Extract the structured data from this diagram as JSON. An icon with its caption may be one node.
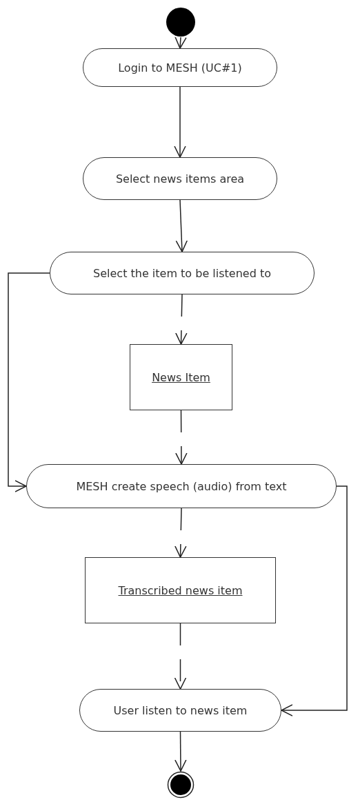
{
  "diagram": {
    "nodes": [
      {
        "text": [],
        "shape": "circle"
      },
      {
        "text": [
          "Login to MESH (UC#1)"
        ]
      },
      {
        "text": [
          "Select news items area"
        ]
      },
      {
        "text": [
          "Select the item to be listened to"
        ]
      },
      {
        "text": [
          "News Item"
        ]
      },
      {
        "text": [
          "MESH create speech (audio) from text"
        ]
      },
      {
        "text": [
          "Transcribed news item"
        ]
      },
      {
        "text": [
          "User listen to news item"
        ]
      },
      {
        "text": [],
        "shape": "circle"
      }
    ],
    "edges": [
      {
        "from": 0,
        "to": 1,
        "arrow": "to"
      },
      {
        "from": 1,
        "to": 2,
        "arrow": "to"
      },
      {
        "from": 2,
        "to": 3,
        "arrow": "to"
      },
      {
        "from": 3,
        "to": 4,
        "arrow": "to",
        "style": "dashed"
      },
      {
        "from": 4,
        "to": 5,
        "arrow": "to",
        "style": "dashed"
      },
      {
        "from": 3,
        "to": 5,
        "arrow": "to"
      },
      {
        "from": 5,
        "to": 6,
        "arrow": "to",
        "style": "dashed"
      },
      {
        "from": 6,
        "to": 7,
        "arrow": "to",
        "style": "dashed"
      },
      {
        "from": 5,
        "to": 7,
        "arrow": "to"
      },
      {
        "from": 7,
        "to": 8,
        "arrow": "to"
      }
    ]
  }
}
